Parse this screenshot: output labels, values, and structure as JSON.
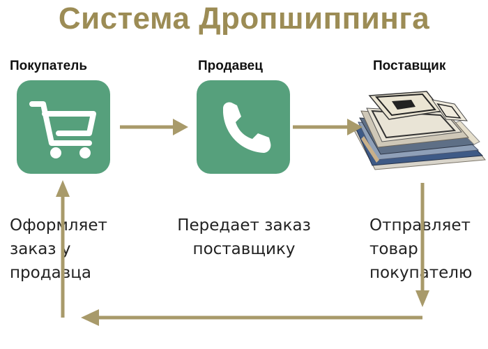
{
  "title": "Система Дропшиппинга",
  "colors": {
    "title": "#9c8c55",
    "tile": "#56a07c",
    "arrow": "#a89a6a",
    "text": "#222222"
  },
  "nodes": [
    {
      "role": "Покупатель",
      "icon": "shopping-cart-icon",
      "description": [
        "Оформляет",
        "заказ у",
        "продавца"
      ]
    },
    {
      "role": "Продавец",
      "icon": "phone-icon",
      "description": [
        "Передает заказ",
        "поставщику"
      ]
    },
    {
      "role": "Поставщик",
      "icon": "carpet-stack-image",
      "description": [
        "Отправляет",
        "товар",
        "покупателю"
      ]
    }
  ]
}
